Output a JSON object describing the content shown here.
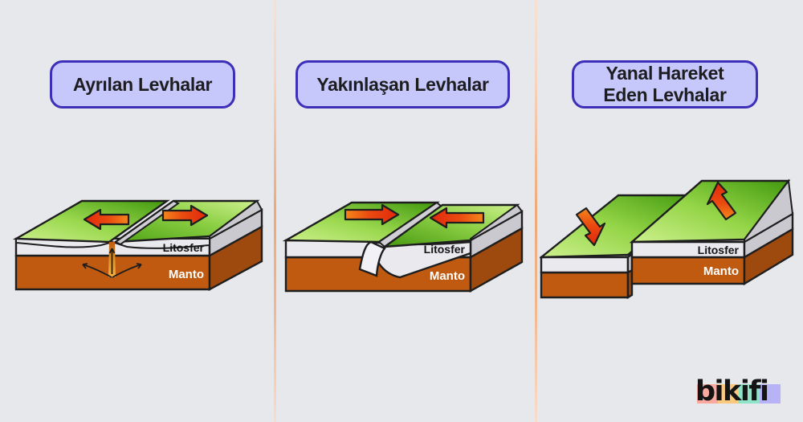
{
  "page": {
    "background_color": "#e7e8ec",
    "divider_color": "#f0a876"
  },
  "panels": [
    {
      "id": "divergent",
      "title": "Ayrılan Levhalar",
      "diagram": {
        "layer_labels": {
          "lithosphere": "Litosfer",
          "mantle": "Manto"
        },
        "arrows": [
          {
            "direction": "left",
            "name": "arrow-left"
          },
          {
            "direction": "right",
            "name": "arrow-right"
          }
        ],
        "feature": "rising-magma-plume"
      }
    },
    {
      "id": "convergent",
      "title": "Yakınlaşan Levhalar",
      "diagram": {
        "layer_labels": {
          "lithosphere": "Litosfer",
          "mantle": "Manto"
        },
        "arrows": [
          {
            "direction": "right",
            "name": "arrow-right"
          },
          {
            "direction": "left",
            "name": "arrow-left"
          }
        ],
        "feature": "subducting-slab"
      }
    },
    {
      "id": "transform",
      "title": "Yanal Hareket\nEden Levhalar",
      "diagram": {
        "layer_labels": {
          "lithosphere": "Litosfer",
          "mantle": "Manto"
        },
        "arrows": [
          {
            "direction": "down",
            "name": "arrow-down"
          },
          {
            "direction": "up",
            "name": "arrow-up"
          }
        ],
        "feature": "strike-slip-offset"
      }
    }
  ],
  "colors": {
    "pill_fill": "#c6c7fb",
    "pill_border": "#3d2fb8",
    "crust_green_light": "#b9e877",
    "crust_green_dark": "#49a013",
    "mantle_brown": "#bf5a10",
    "mantle_brown_dark": "#8c420c",
    "lithosphere_white": "#e9e9ee",
    "lithosphere_grey": "#c9c9cf",
    "arrow_red": "#e5290f",
    "arrow_orange": "#f07e18",
    "outline": "#1e1e1e"
  },
  "logo": {
    "text": "bikifi",
    "band_colors": [
      "#f9a9a0",
      "#fbc97e",
      "#8fe3c9",
      "#b7b3f6"
    ]
  }
}
